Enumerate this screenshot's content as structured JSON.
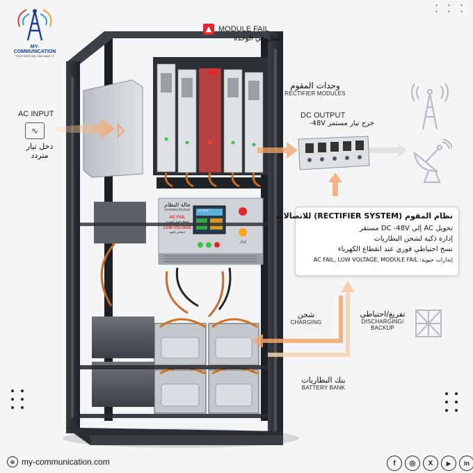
{
  "brand": {
    "name": "MY-COMMUNICATION",
    "tagline": "TOGETHER WE CAN MAKE IT",
    "website": "my-communication.com"
  },
  "labels": {
    "module_fail_en": "MODULE FAIL",
    "module_fail_ar": "عطل في الوحدة",
    "rectifier_ar": "وحدات المقوم",
    "rectifier_en": "RECTIFIER MODULES",
    "dc_output_en": "DC OUTPUT",
    "dc_output_ar": "خرج تيار مستمر 48V-",
    "ac_input_en": "AC INPUT",
    "ac_input_ar_1": "دخل تيار",
    "ac_input_ar_2": "متردد",
    "charging_ar": "شحن",
    "charging_en": "CHARGING",
    "discharging_ar": "تفريغ/احتياطي",
    "discharging_en_1": "DISCHARGING/",
    "discharging_en_2": "BACKUP",
    "battery_ar": "بنك البطاريات",
    "battery_en": "BATTERY BANK"
  },
  "panel": {
    "status_ar": "حالة النظام",
    "status_en": "SYSTEM STATUS",
    "ac_fail_en": "AC FAIL",
    "ac_fail_ar": "انقطاع التيار المتردد",
    "low_voltage_en": "LOW VOLTAGE",
    "low_voltage_ar": "انخفاض الجهد",
    "alarm_ar": "إنذار",
    "dc_bus_label": "DC BUS"
  },
  "info": {
    "title": "نظام المقوم (RECTIFIER SYSTEM) للاتصالات",
    "lines": [
      "تحويل AC إلى DC -48V مستقر",
      "إدارة ذكية لشحن البطاريات",
      "نسخ احتياطي فوري عند انقطاع الكهرباء",
      "إنذارات حيوية: AC FAIL, LOW VOLTAGE, MODULE FAIL"
    ]
  },
  "social": {
    "icons": [
      "facebook-icon",
      "instagram-icon",
      "x-icon",
      "youtube-icon",
      "linkedin-icon"
    ],
    "glyphs": [
      "f",
      "◎",
      "X",
      "▶",
      "in"
    ]
  },
  "colors": {
    "accent_orange": "#f2a46b",
    "alarm_red": "#e2262c",
    "panel_gray": "#c7ccd1",
    "frame_dark": "#2f3338",
    "brand_blue": "#1a3f8f"
  }
}
